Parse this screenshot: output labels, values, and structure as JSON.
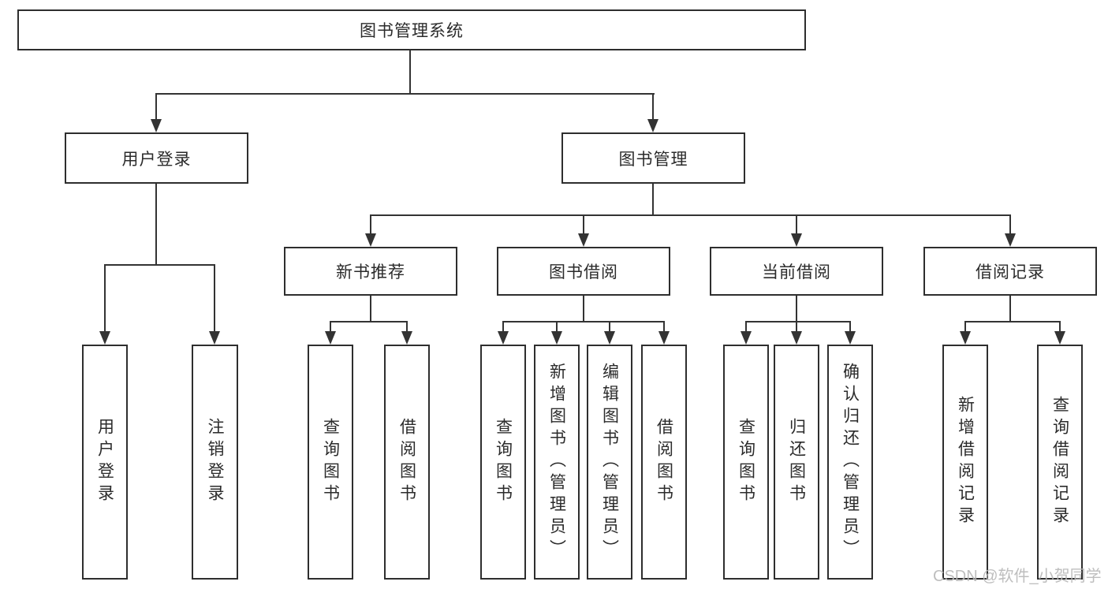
{
  "diagram_title": "图书管理系统",
  "nodes": {
    "root": "图书管理系统",
    "user_login": "用户登录",
    "book_management": "图书管理",
    "new_book_recommend": "新书推荐",
    "book_borrow": "图书借阅",
    "current_borrow": "当前借阅",
    "borrow_records": "借阅记录"
  },
  "leaves": {
    "user_login_1": "用户登录",
    "user_login_2": "注销登录",
    "recommend_1": "查询图书",
    "recommend_2": "借阅图书",
    "borrow_1": "查询图书",
    "borrow_2": "新增图书（管理员）",
    "borrow_3": "编辑图书（管理员）",
    "borrow_4": "借阅图书",
    "current_1": "查询图书",
    "current_2": "归还图书",
    "current_3": "确认归还（管理员）",
    "records_1": "新增借阅记录",
    "records_2": "查询借阅记录"
  },
  "watermark": "CSDN @软件_小贺同学",
  "colors": {
    "line": "#333333",
    "box_border": "#2e2e2e",
    "text": "#2b2b2b",
    "background": "#ffffff",
    "watermark": "#b8b8b8"
  }
}
